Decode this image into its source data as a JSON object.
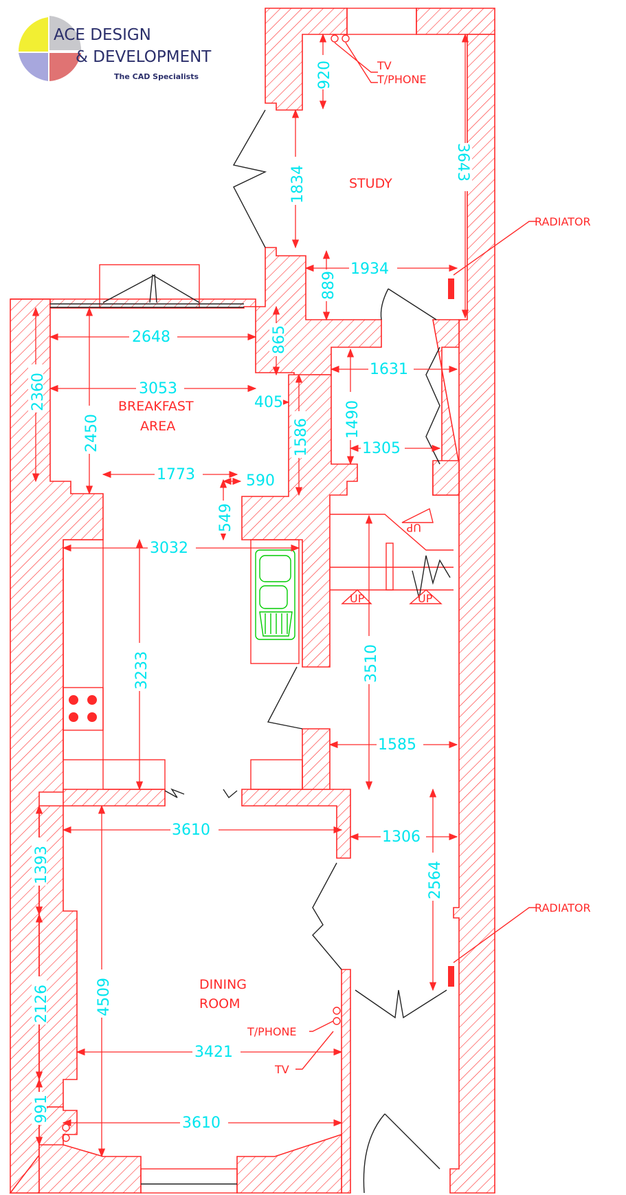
{
  "brand": {
    "line1": "ACE DESIGN",
    "line2": "& DEVELOPMENT",
    "tagline": "The CAD Specialists",
    "colors": {
      "yellow": "#f2ef33",
      "red": "#e07373",
      "blue": "#a7a7dd",
      "grey": "#c8c8cc",
      "text": "#2b2f6b"
    }
  },
  "rooms": {
    "study": "STUDY",
    "breakfast_1": "BREAKFAST",
    "breakfast_2": "AREA",
    "dining_1": "DINING",
    "dining_2": "ROOM"
  },
  "labels": {
    "tv_top": "TV",
    "tphone_top": "T/PHONE",
    "radiator_top": "RADIATOR",
    "radiator_bottom": "RADIATOR",
    "tphone_bottom": "T/PHONE",
    "tv_bottom": "TV",
    "up_1": "UP",
    "up_2": "UP",
    "up_3": "UP"
  },
  "dimensions": {
    "d920": "920",
    "d1834": "1834",
    "d3643": "3643",
    "d1934": "1934",
    "d889": "889",
    "d2648": "2648",
    "d865": "865",
    "d3053": "3053",
    "d405": "405",
    "d2360": "2360",
    "d2450": "2450",
    "d1631": "1631",
    "d1490": "1490",
    "d1586": "1586",
    "d1305": "1305",
    "d1773": "1773",
    "d590": "590",
    "d549": "549",
    "d3032": "3032",
    "d3233": "3233",
    "d3510": "3510",
    "d1585": "1585",
    "d3610a": "3610",
    "d1306": "1306",
    "d1393": "1393",
    "d2564": "2564",
    "d2126": "2126",
    "d4509": "4509",
    "d3421": "3421",
    "d991": "991",
    "d3610b": "3610"
  },
  "colors": {
    "wall": "#ff2a2a",
    "dimension_text": "#00e5ee",
    "sink": "#00cc00",
    "door": "#222222"
  }
}
